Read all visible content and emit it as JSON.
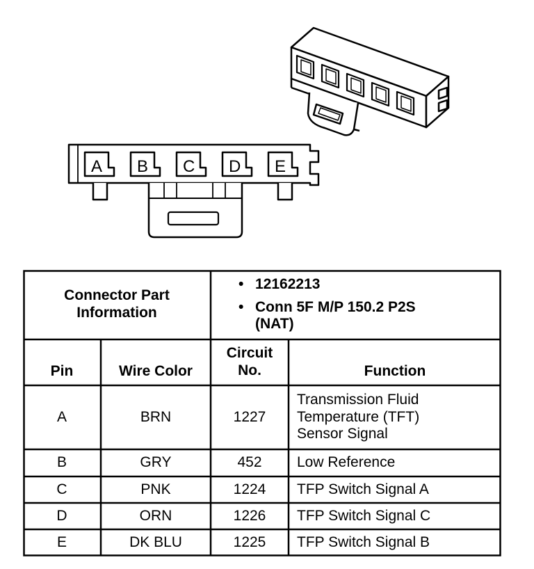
{
  "connector": {
    "pins": [
      "A",
      "B",
      "C",
      "D",
      "E"
    ]
  },
  "table": {
    "part_info_label": [
      "Connector Part",
      "Information"
    ],
    "part_info_items": [
      "12162213",
      "Conn 5F M/P 150.2 P2S (NAT)"
    ],
    "headers": {
      "pin": "Pin",
      "wire_color": "Wire Color",
      "circuit_no": [
        "Circuit",
        "No."
      ],
      "function": "Function"
    },
    "rows": [
      {
        "pin": "A",
        "wire_color": "BRN",
        "circuit": "1227",
        "function_lines": [
          "Transmission Fluid",
          "Temperature (TFT)",
          "Sensor Signal"
        ]
      },
      {
        "pin": "B",
        "wire_color": "GRY",
        "circuit": "452",
        "function": "Low Reference"
      },
      {
        "pin": "C",
        "wire_color": "PNK",
        "circuit": "1224",
        "function": "TFP Switch Signal A"
      },
      {
        "pin": "D",
        "wire_color": "ORN",
        "circuit": "1226",
        "function": "TFP Switch Signal C"
      },
      {
        "pin": "E",
        "wire_color": "DK BLU",
        "circuit": "1225",
        "function": "TFP Switch Signal B"
      }
    ]
  }
}
